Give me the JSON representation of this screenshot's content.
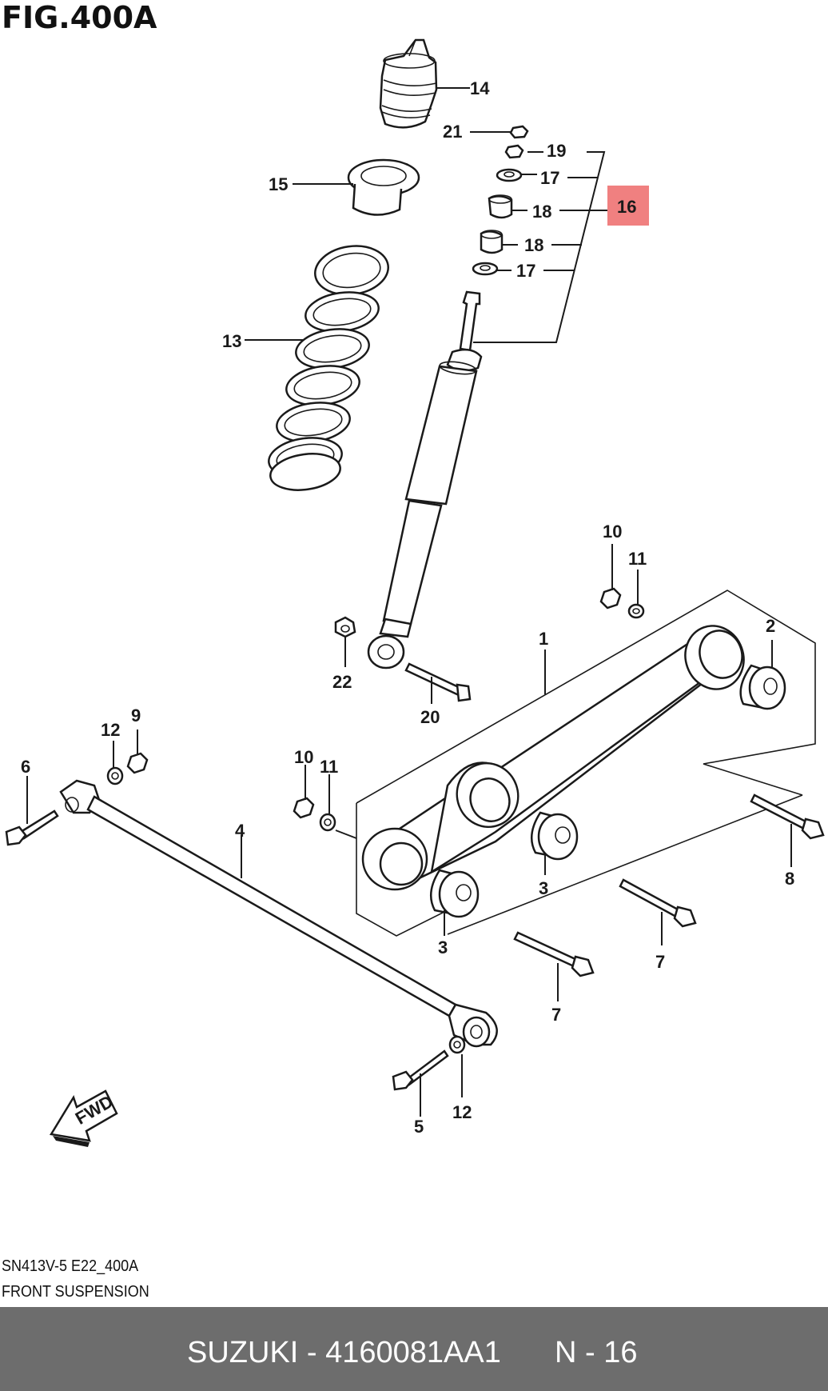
{
  "figure": {
    "title": "FIG.400A",
    "code": "SN413V-5 E22_400A",
    "caption": "FRONT SUSPENSION",
    "fwd_label": "FWD"
  },
  "highlight": {
    "label": "16",
    "color": "#f08080"
  },
  "callouts": [
    "14",
    "21",
    "19",
    "17",
    "18",
    "18",
    "17",
    "15",
    "13",
    "10",
    "11",
    "1",
    "2",
    "22",
    "20",
    "12",
    "9",
    "6",
    "10",
    "11",
    "4",
    "3",
    "8",
    "3",
    "7",
    "7",
    "5",
    "12"
  ],
  "footer": {
    "brand_part": "SUZUKI - 4160081AA1",
    "ref": "N - 16",
    "background": "#6d6d6d"
  }
}
